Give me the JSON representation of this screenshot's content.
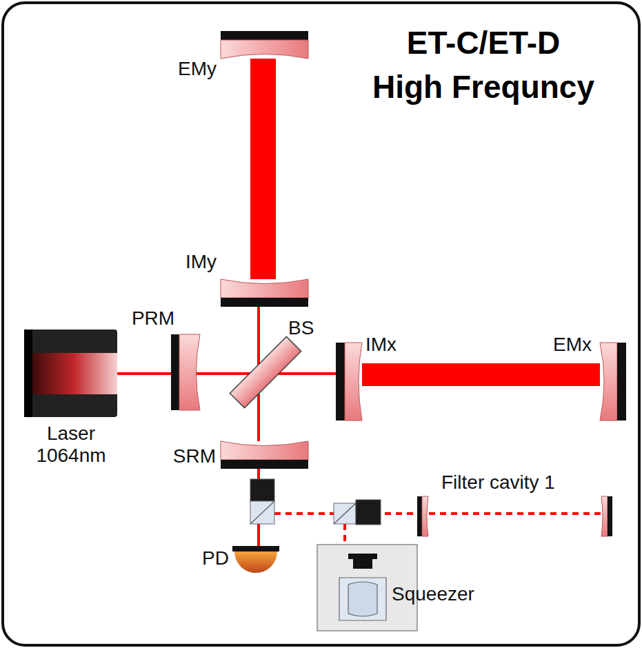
{
  "diagram": {
    "title": "ET-C/ET-D High Frequncy",
    "labels": [
      "EMy",
      "IMy",
      "PRM",
      "BS",
      "IMx",
      "EMx",
      "Laser 1064nm",
      "SRM",
      "PD",
      "Filter cavity 1",
      "Squeezer"
    ]
  }
}
